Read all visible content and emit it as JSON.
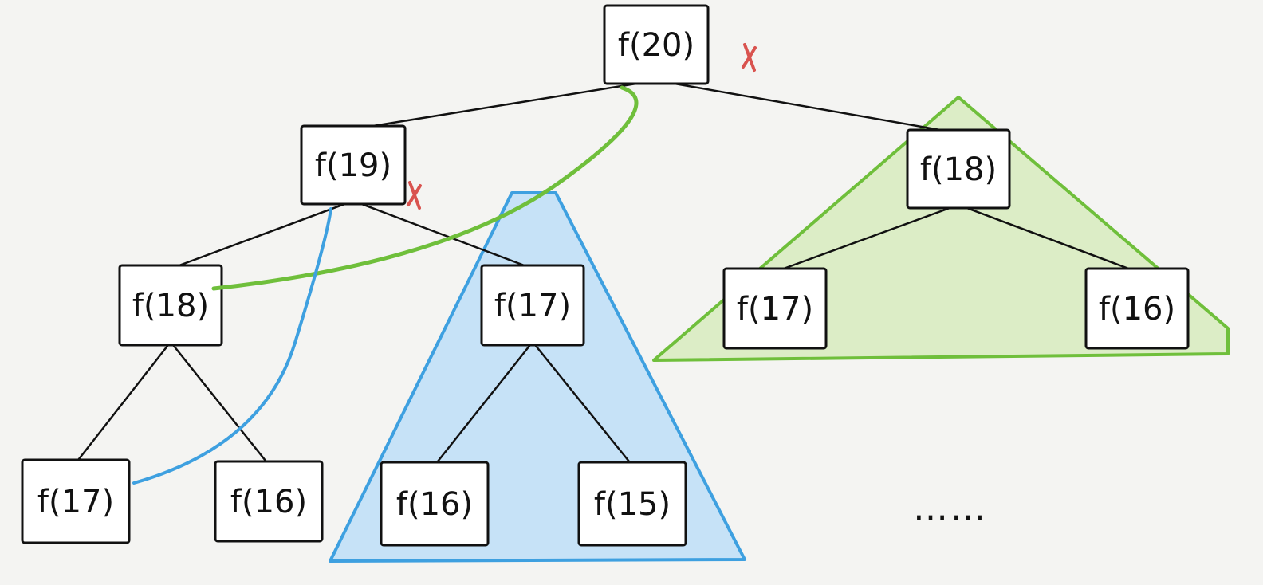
{
  "colors": {
    "background": "#f4f4f2",
    "node_border": "#111111",
    "node_fill": "#ffffff",
    "edge": "#111111",
    "pruned_mark": "#d9534f",
    "blue_region_fill": "#c6e2f7",
    "blue_region_stroke": "#3ea0e0",
    "green_region_fill": "#dcedc6",
    "green_region_stroke": "#6fbf3b"
  },
  "tree": {
    "nodes": [
      {
        "id": "n20",
        "label": "f(20)"
      },
      {
        "id": "n19",
        "label": "f(19)"
      },
      {
        "id": "n18r",
        "label": "f(18)"
      },
      {
        "id": "n18l",
        "label": "f(18)"
      },
      {
        "id": "n17m",
        "label": "f(17)"
      },
      {
        "id": "n17rr",
        "label": "f(17)"
      },
      {
        "id": "n16rr",
        "label": "f(16)"
      },
      {
        "id": "n17ll",
        "label": "f(17)"
      },
      {
        "id": "n16lr",
        "label": "f(16)"
      },
      {
        "id": "n16m",
        "label": "f(16)"
      },
      {
        "id": "n15m",
        "label": "f(15)"
      }
    ],
    "edges": [
      {
        "from": "n20",
        "to": "n19"
      },
      {
        "from": "n20",
        "to": "n18r",
        "pruned": true
      },
      {
        "from": "n19",
        "to": "n18l"
      },
      {
        "from": "n19",
        "to": "n17m",
        "pruned": true
      },
      {
        "from": "n18r",
        "to": "n17rr"
      },
      {
        "from": "n18r",
        "to": "n16rr"
      },
      {
        "from": "n18l",
        "to": "n17ll"
      },
      {
        "from": "n18l",
        "to": "n16lr"
      },
      {
        "from": "n17m",
        "to": "n16m"
      },
      {
        "from": "n17m",
        "to": "n15m"
      }
    ],
    "highlight_regions": [
      {
        "id": "blue",
        "root": "n17m",
        "reused_by": "n17ll"
      },
      {
        "id": "green",
        "root": "n18r",
        "reused_by": "n18l"
      }
    ]
  },
  "ellipsis": "……"
}
